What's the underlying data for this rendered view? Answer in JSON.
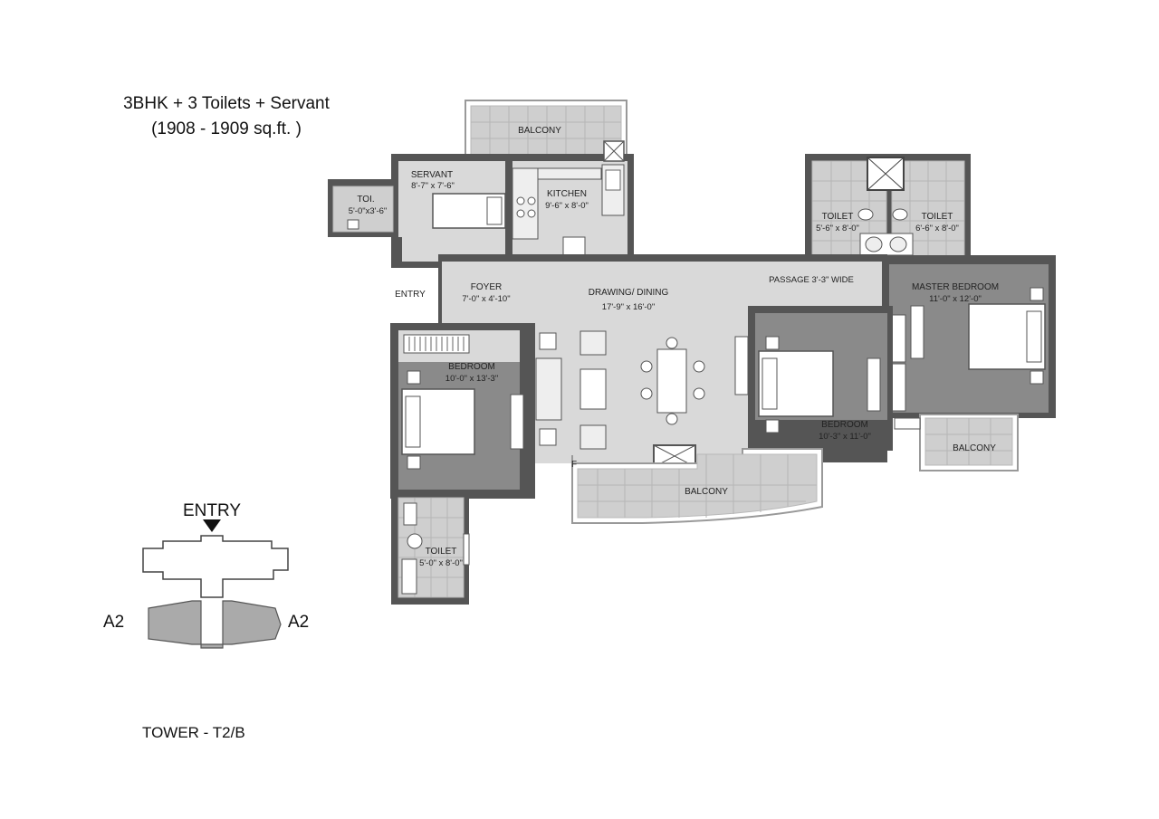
{
  "title": {
    "line1": "3BHK + 3 Toilets + Servant",
    "line2": "(1908 - 1909 sq.ft. )"
  },
  "rooms": {
    "balcony_top": "BALCONY",
    "servant_name": "SERVANT",
    "servant_dim": "8'-7\" x 7'-6\"",
    "kitchen_name": "KITCHEN",
    "kitchen_dim": "9'-6\" x 8'-0\"",
    "toi_name": "TOI.",
    "toi_dim": "5'-0\"x3'-6\"",
    "toilet1_name": "TOILET",
    "toilet1_dim": "5'-6\" x 8'-0\"",
    "toilet2_name": "TOILET",
    "toilet2_dim": "6'-6\" x 8'-0\"",
    "entry": "ENTRY",
    "foyer_name": "FOYER",
    "foyer_dim": "7'-0\" x 4'-10\"",
    "drawing_name": "DRAWING/ DINING",
    "drawing_dim": "17'-9\" x 16'-0\"",
    "passage": "PASSAGE 3'-3\" WIDE",
    "master_name": "MASTER BEDROOM",
    "master_dim": "11'-0\" x 12'-0\"",
    "bedroom1_name": "BEDROOM",
    "bedroom1_dim": "10'-0\" x 13'-3\"",
    "bedroom2_name": "BEDROOM",
    "bedroom2_dim": "10'-3\" x 11'-0\"",
    "balcony_right": "BALCONY",
    "balcony_bottom": "BALCONY",
    "toilet3_name": "TOILET",
    "toilet3_dim": "5'-0\" x 8'-0\"",
    "f_marker": "F"
  },
  "key_plan": {
    "entry": "ENTRY",
    "left_unit": "A2",
    "right_unit": "A2"
  },
  "tower": "TOWER - T2/B",
  "colors": {
    "wall": "#555555",
    "floor": "#d9d9d9",
    "wood_floor": "#8a8a8a",
    "tile": "#cfcfcf"
  }
}
